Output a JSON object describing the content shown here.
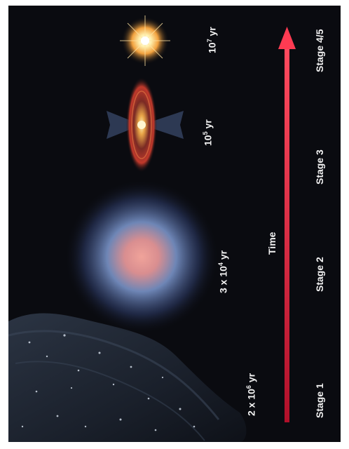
{
  "stages": [
    {
      "label": "Stage 1"
    },
    {
      "label": "Stage 2"
    },
    {
      "label": "Stage 3"
    },
    {
      "label": "Stage 4/5"
    }
  ],
  "timescales": [
    {
      "base": "2 x 10",
      "exp": "6",
      "unit": " yr"
    },
    {
      "base": "3 x 10",
      "exp": "4",
      "unit": " yr"
    },
    {
      "base": "10",
      "exp": "5",
      "unit": " yr"
    },
    {
      "base": "10",
      "exp": "7",
      "unit": " yr"
    }
  ],
  "axis_label": "Time",
  "colors": {
    "background": "#0a0b10",
    "arrow": "#d61a34",
    "cloud": "#9fb6d0",
    "core": "#e8958e",
    "disk": "#c0392b",
    "star": "#ffd27a"
  }
}
